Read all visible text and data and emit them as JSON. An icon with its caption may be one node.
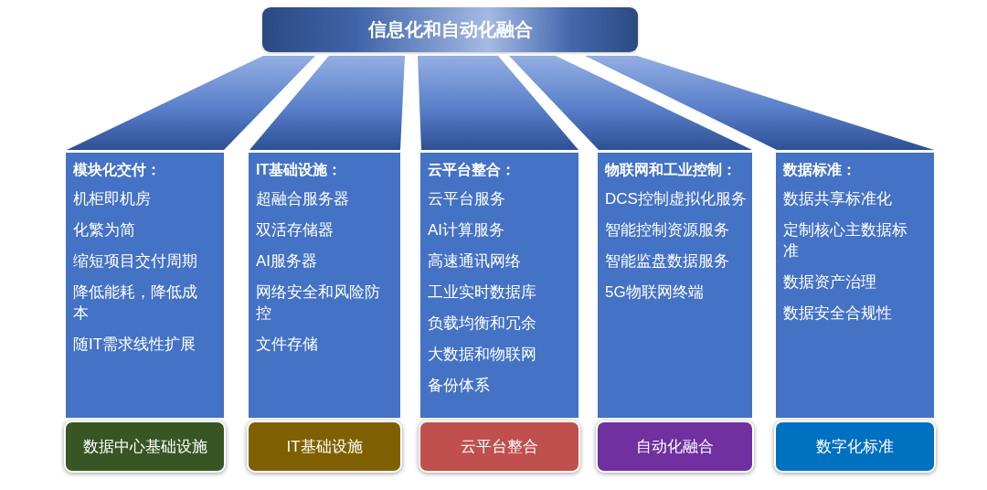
{
  "diagram": {
    "nodes": [
      {
        "text": [
          "信息化和自动化融合"
        ]
      },
      {
        "text": [
          "模块化交付：",
          "机柜即机房",
          "化繁为简",
          "缩短项目交付周期",
          "降低能耗，降低成本",
          "随IT需求线性扩展"
        ]
      },
      {
        "text": [
          "IT基础设施：",
          "超融合服务器",
          "双活存储器",
          "AI服务器",
          "网络安全和风险防控",
          "文件存储"
        ]
      },
      {
        "text": [
          "云平台整合：",
          "云平台服务",
          "AI计算服务",
          "高速通讯网络",
          "工业实时数据库",
          "负载均衡和冗余",
          "大数据和物联网",
          "备份体系"
        ]
      },
      {
        "text": [
          "物联网和工业控制：",
          "DCS控制虚拟化服务",
          "智能控制资源服务",
          "智能监盘数据服务",
          "5G物联网终端"
        ]
      },
      {
        "text": [
          "数据标准：",
          "数据共享标准化",
          "定制核心主数据标准",
          "数据资产治理",
          "数据安全合规性"
        ]
      },
      {
        "text": [
          "数据中心基础设施"
        ]
      },
      {
        "text": [
          "IT基础设施"
        ]
      },
      {
        "text": [
          "云平台整合"
        ]
      },
      {
        "text": [
          "自动化融合"
        ]
      },
      {
        "text": [
          "数字化标准"
        ]
      }
    ]
  }
}
